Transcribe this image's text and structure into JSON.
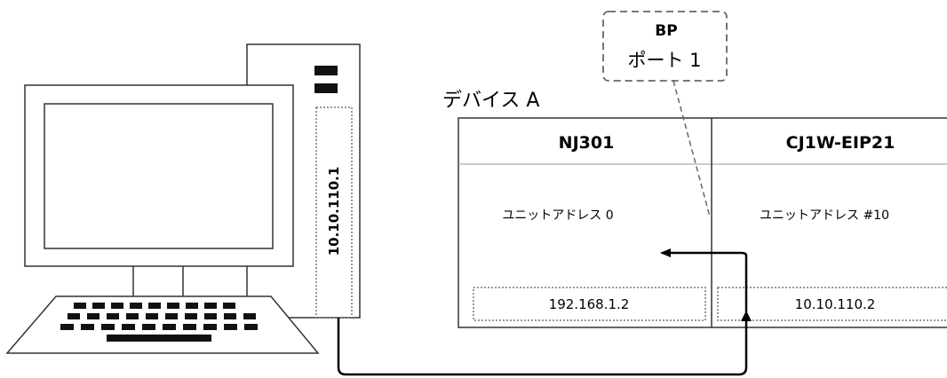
{
  "device": {
    "title": "デバイス A",
    "units": [
      {
        "name": "NJ301",
        "address_label": "ユニットアドレス 0",
        "ip": "192.168.1.2"
      },
      {
        "name": "CJ1W-EIP21",
        "address_label": "ユニットアドレス #10",
        "ip": "10.10.110.2"
      }
    ]
  },
  "callout": {
    "line1": "BP",
    "line2": "ポート 1"
  },
  "pc": {
    "ip": "10.10.110.1"
  }
}
